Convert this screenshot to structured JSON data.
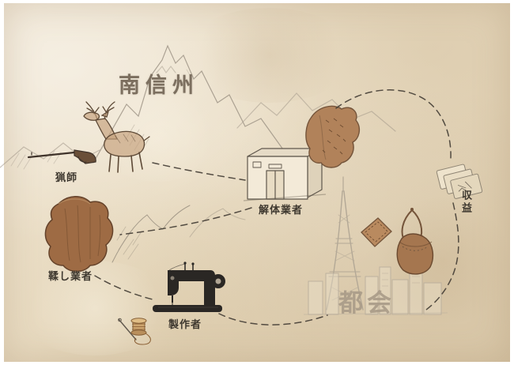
{
  "region": {
    "label": "南信州"
  },
  "city": {
    "label": "都会"
  },
  "nodes": {
    "hunter": {
      "label": "猟師"
    },
    "processor": {
      "label": "解体業者"
    },
    "tanner": {
      "label": "鞣し業者"
    },
    "maker": {
      "label": "製作者"
    },
    "profit": {
      "label": "収益"
    }
  },
  "connections": [
    {
      "from": "猟師",
      "to": "解体業者"
    },
    {
      "from": "解体業者",
      "to": "鞣し業者"
    },
    {
      "from": "鞣し業者",
      "to": "製作者"
    },
    {
      "from": "製作者",
      "to": "都会"
    },
    {
      "from": "解体業者",
      "to": "収益"
    },
    {
      "from": "収益",
      "to": "都会"
    }
  ],
  "illustrations": [
    "mountains",
    "deer",
    "rifle",
    "processing-building",
    "deer-hide",
    "tanned-leather",
    "ridge-hills",
    "sewing-machine",
    "thread-and-needle",
    "tokyo-tower",
    "city-skyline",
    "leather-pouch",
    "leather-bag",
    "banknotes"
  ],
  "colors": {
    "paper": "#e9dcc3",
    "ink": "#423c34",
    "sketch": "#9b9183",
    "leather": "#a5764f",
    "machine": "#2a2724"
  }
}
